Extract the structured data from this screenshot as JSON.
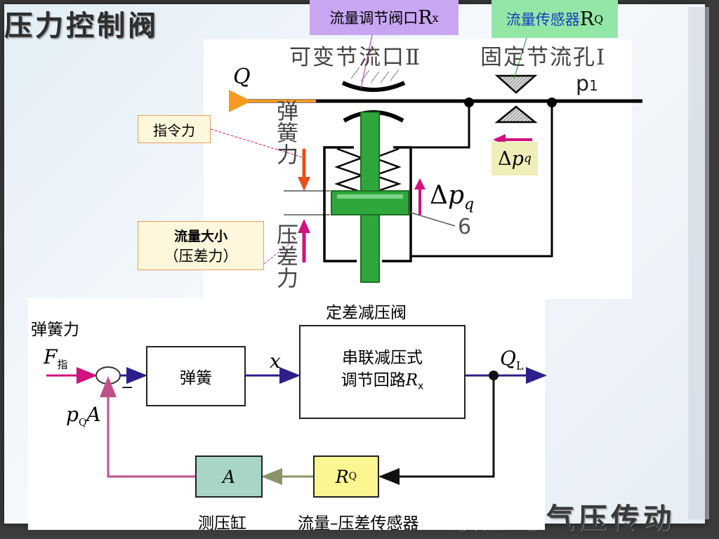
{
  "slide": {
    "title": "压力控制阀",
    "footer_title": "液压与气压传动"
  },
  "top_diagram": {
    "label_rx": {
      "text": "流量调节阀口",
      "symbol": "R",
      "sub": "x",
      "bg": "#c9a6f2"
    },
    "label_rq": {
      "text": "流量传感器",
      "symbol": "R",
      "sub": "Q",
      "bg": "#93e7a6"
    },
    "variable_orifice": "可变节流口Ⅱ",
    "fixed_orifice": "固定节流孔Ⅰ",
    "flow_symbol": "Q",
    "pressure_symbol": "p",
    "pressure_sub": "1",
    "command_force": "指令力",
    "delta_top": {
      "delta": "Δ",
      "symbol": "p",
      "sub": "q"
    },
    "delta_side": {
      "delta": "Δ",
      "symbol": "p",
      "sub": "q"
    },
    "part_number": "6",
    "spring_force_vertical": "弹簧力",
    "pressure_diff_vertical": "压差力",
    "flow_size_box": {
      "line1": "流量大小",
      "line2": "（压差力）"
    }
  },
  "block_diagram": {
    "heading_left": "弹簧力",
    "heading_center": "定差减压阀",
    "input": {
      "symbol": "F",
      "sub": "指"
    },
    "minus": "−",
    "spring_box": "弹簧",
    "x_label": "x",
    "circuit_box": {
      "line1": "串联减压式",
      "line2": "调节回路",
      "symbol": "R",
      "sub": "x"
    },
    "output": {
      "symbol": "Q",
      "sub": "L"
    },
    "feedback": {
      "symbol": "p",
      "sub": "Q",
      "tail": "A"
    },
    "sensor_box": {
      "symbol": "R",
      "sub": "Q"
    },
    "cylinder_box": "A",
    "cylinder_caption": "测压缸",
    "sensor_caption": "流量–压差传感器"
  },
  "colors": {
    "green_spool": "#2ea83a",
    "orange_arrow": "#f59a1e",
    "red_arrow": "#e8501e",
    "magenta_arrow": "#d1117e",
    "navy_arrow": "#2c1f8c",
    "feedback_line": "#c0508a",
    "sensor_fill": "#fbf592",
    "cylinder_fill": "#a7d5c6",
    "note_fill": "#fef7dc",
    "note_border": "#e6a05b"
  }
}
